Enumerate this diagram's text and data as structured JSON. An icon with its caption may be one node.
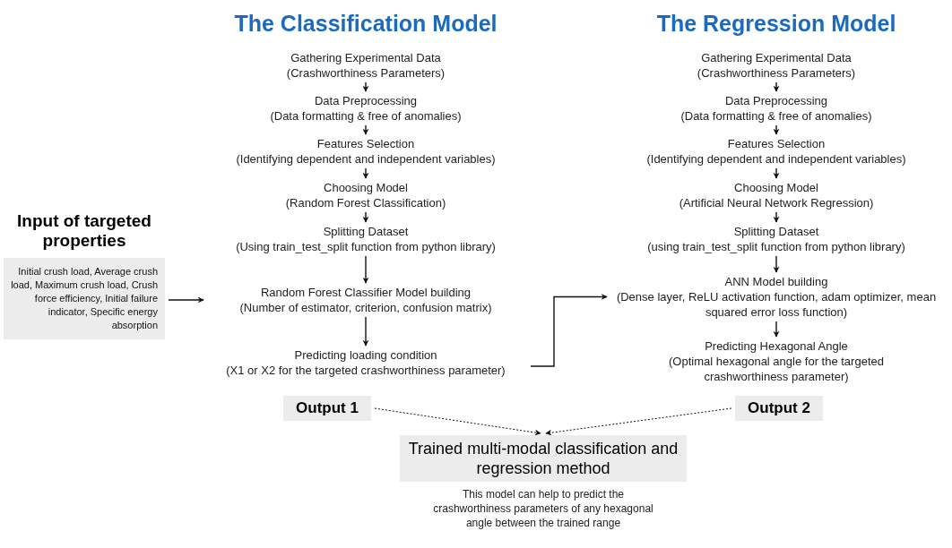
{
  "diagram": {
    "nodes": [
      {
        "text": [
          "Gathering Experimental Data",
          "(Crashworthiness Parameters)"
        ]
      },
      {
        "text": [
          "Data Preprocessing",
          "(Data formatting & free of anomalies)"
        ]
      },
      {
        "text": [
          "Features Selection",
          "(Identifying dependent and independent variables)"
        ]
      },
      {
        "text": [
          "Choosing Model",
          "(Random Forest Classification)"
        ]
      },
      {
        "text": [
          "Splitting Dataset",
          "(Using train_test_split function from python library)"
        ]
      },
      {
        "text": [
          "Random Forest Classifier Model building",
          "(Number of estimator, criterion, confusion matrix)"
        ]
      },
      {
        "text": [
          "Predicting loading condition",
          "(X1 or X2 for the targeted crashworthiness parameter)"
        ]
      },
      {
        "text": [
          "Gathering Experimental Data",
          "(Crashworthiness Parameters)"
        ]
      },
      {
        "text": [
          "Data Preprocessing",
          "(Data formatting & free of anomalies)"
        ]
      },
      {
        "text": [
          "Features Selection",
          "(Identifying dependent and independent variables)"
        ]
      },
      {
        "text": [
          "Choosing Model",
          "(Artificial Neural Network Regression)"
        ]
      },
      {
        "text": [
          "Splitting Dataset",
          "(using train_test_split function from python library)"
        ]
      },
      {
        "text": [
          "ANN Model building",
          "(Dense layer, ReLU activation function, adam optimizer, mean squared error loss function)"
        ]
      },
      {
        "text": [
          "Predicting Hexagonal Angle",
          "(Optimal hexagonal angle for the targeted crashworthiness parameter)"
        ]
      },
      {
        "text": [
          "Input of targeted properties",
          "Initial crush load, Average crush load, Maximum crush load, Crush force efficiency, Initial failure indicator, Specific energy absorption"
        ]
      },
      {
        "text": [
          "Output 1"
        ]
      },
      {
        "text": [
          "Output 2"
        ]
      },
      {
        "text": [
          "Trained multi-modal classification and regression method"
        ],
        "beside": [
          "This model can help to predict the crashworthiness parameters of any hexagonal angle between the trained range"
        ]
      }
    ],
    "edges": [
      {
        "from": 0,
        "to": 1,
        "arrow": "to"
      },
      {
        "from": 1,
        "to": 2,
        "arrow": "to"
      },
      {
        "from": 2,
        "to": 3,
        "arrow": "to"
      },
      {
        "from": 3,
        "to": 4,
        "arrow": "to"
      },
      {
        "from": 4,
        "to": 5,
        "arrow": "to"
      },
      {
        "from": 5,
        "to": 6,
        "arrow": "to"
      },
      {
        "from": 7,
        "to": 8,
        "arrow": "to"
      },
      {
        "from": 8,
        "to": 9,
        "arrow": "to"
      },
      {
        "from": 9,
        "to": 10,
        "arrow": "to"
      },
      {
        "from": 10,
        "to": 11,
        "arrow": "to"
      },
      {
        "from": 11,
        "to": 12,
        "arrow": "to"
      },
      {
        "from": 12,
        "to": 13,
        "arrow": "to"
      },
      {
        "from": 14,
        "to": 5,
        "arrow": "to"
      },
      {
        "from": 6,
        "to": 12,
        "arrow": "to"
      },
      {
        "from": 15,
        "to": 17,
        "arrow": "to",
        "style": "dashed"
      },
      {
        "from": 16,
        "to": 17,
        "arrow": "to",
        "style": "dashed"
      }
    ],
    "labels": [
      "The Classification Model",
      "The Regression Model"
    ]
  }
}
